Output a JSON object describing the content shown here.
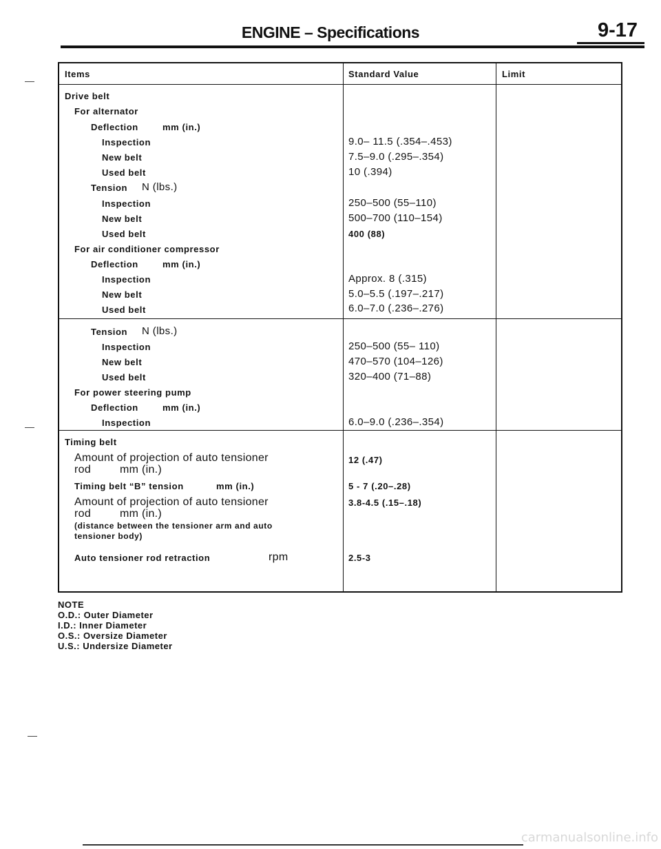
{
  "header": {
    "title": "ENGINE – Specifications",
    "page_number": "9-17"
  },
  "table": {
    "columns": {
      "items": "Items",
      "standard": "Standard Value",
      "limit": "Limit"
    },
    "rows": [
      {
        "item": "Drive belt",
        "value": ""
      },
      {
        "item": "For alternator",
        "value": ""
      },
      {
        "item": "Deflection",
        "unit": "mm (in.)",
        "value": ""
      },
      {
        "item": "Inspection",
        "value": "9.0– 11.5 (.354–.453)"
      },
      {
        "item": "New belt",
        "value": "7.5–9.0 (.295–.354)"
      },
      {
        "item": "Used belt",
        "value": "10 (.394)"
      },
      {
        "item": "Tension",
        "unit": "N (lbs.)",
        "value": ""
      },
      {
        "item": "Inspection",
        "value": "250–500 (55–110)"
      },
      {
        "item": "New belt",
        "value": "500–700 (110–154)"
      },
      {
        "item": "Used belt",
        "value": "400 (88)"
      },
      {
        "item": "For air conditioner compressor",
        "value": ""
      },
      {
        "item": "Deflection",
        "unit": "mm (in.)",
        "value": ""
      },
      {
        "item": "Inspection",
        "value": "Approx. 8 (.315)"
      },
      {
        "item": "New belt",
        "value": "5.0–5.5 (.197–.217)"
      },
      {
        "item": "Used belt",
        "value": "6.0–7.0 (.236–.276)"
      },
      {
        "item": "Tension",
        "unit": "N (lbs.)",
        "value": ""
      },
      {
        "item": "Inspection",
        "value": "250–500 (55– 110)"
      },
      {
        "item": "New belt",
        "value": "470–570 (104–126)"
      },
      {
        "item": "Used belt",
        "value": "320–400 (71–88)"
      },
      {
        "item": "For power steering pump",
        "value": ""
      },
      {
        "item": "Deflection",
        "unit": "mm (in.)",
        "value": ""
      },
      {
        "item": "Inspection",
        "value": "6.0–9.0 (.236–.354)"
      },
      {
        "item": "Timing belt",
        "value": ""
      },
      {
        "item": "Amount of projection of auto tensioner rod",
        "unit": "mm (in.)",
        "value": "12 (.47)"
      },
      {
        "item": "Timing belt “B” tension",
        "unit": "mm (in.)",
        "value": "5 - 7 (.20–.28)"
      },
      {
        "item": "Amount of projection of auto tensioner rod",
        "unit": "mm (in.)",
        "value": "3.8-4.5 (.15–.18)"
      },
      {
        "item": "(distance between the tensioner arm and auto tensioner body)",
        "value": ""
      },
      {
        "item": "Auto tensioner rod retraction",
        "unit": "rpm",
        "value": "2.5-3"
      }
    ]
  },
  "note": {
    "heading": "NOTE",
    "lines": [
      "O.D.: Outer Diameter",
      "I.D.: Inner Diameter",
      "O.S.: Oversize Diameter",
      "U.S.: Undersize Diameter"
    ]
  },
  "watermark": "carmanualsonline.info"
}
